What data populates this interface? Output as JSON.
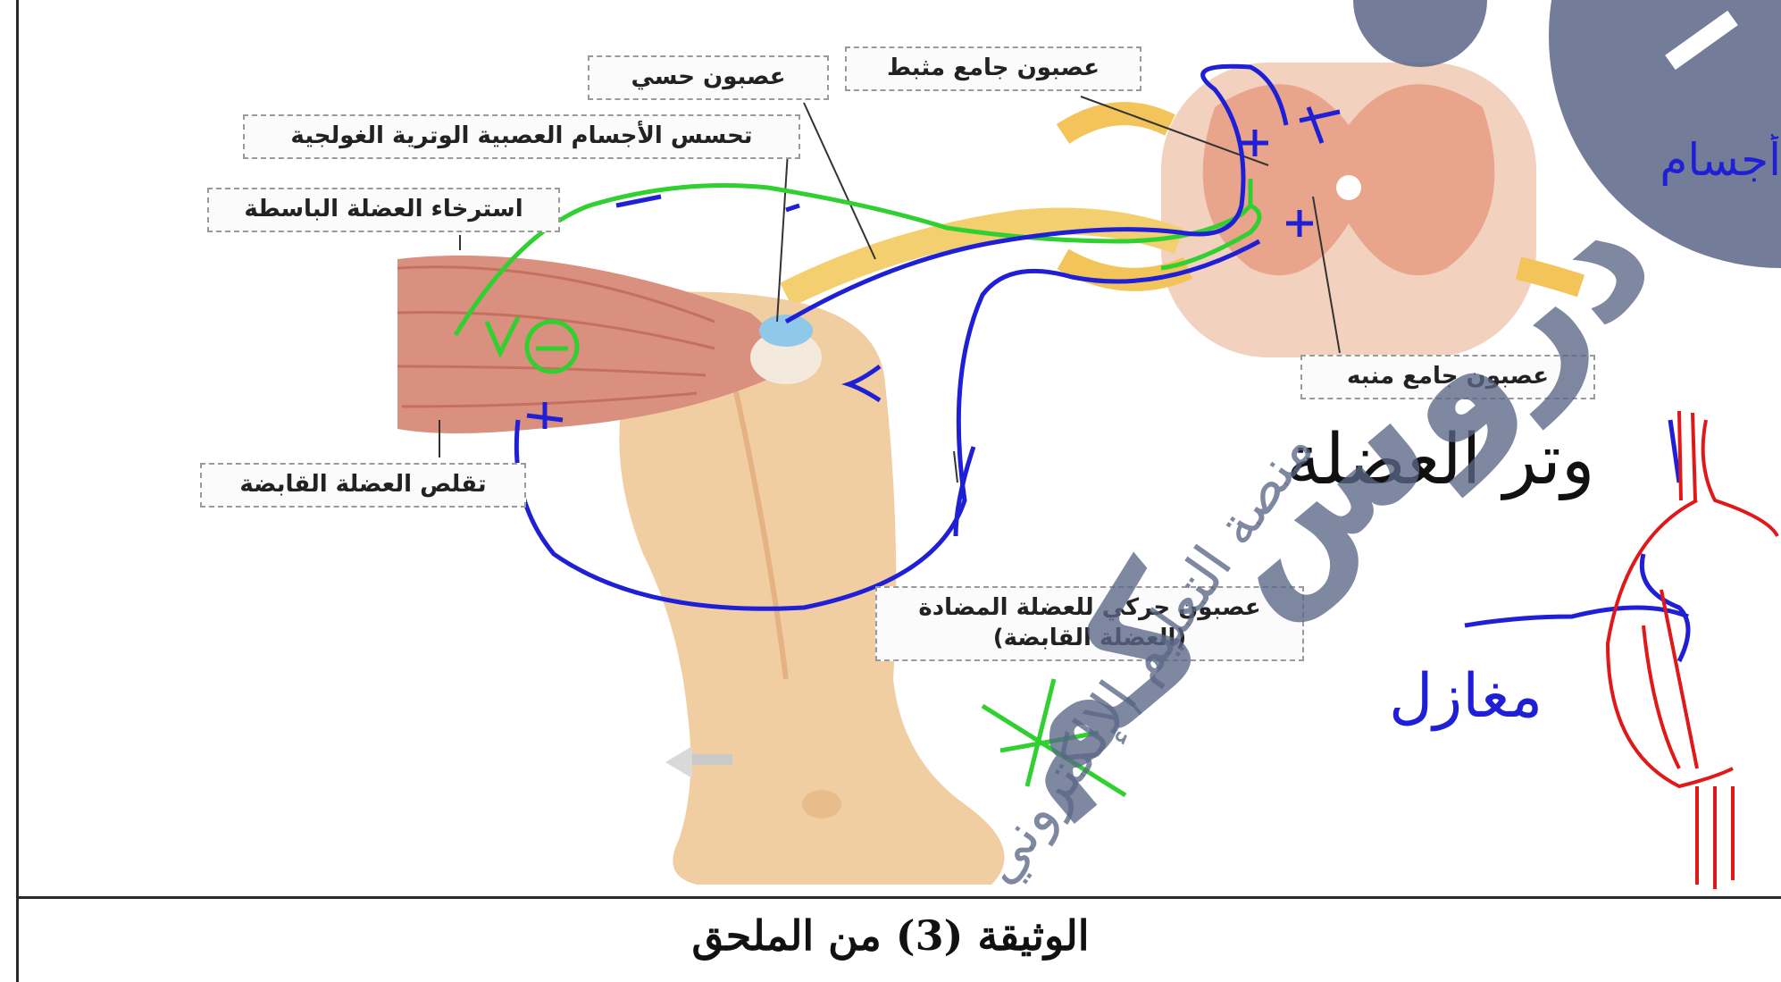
{
  "labels": {
    "sensory_neuron": "عصبون حسي",
    "excitatory_interneuron": "عصبون جامع منبه",
    "inhibitory_interneuron": "عصبون جامع مثبط",
    "golgi_detection": "تحسس الأجسام العصبية الوترية الغولجية",
    "extensor_relaxation": "استرخاء العضلة الباسطة",
    "flexor_contraction": "تقلص العضلة القابضة",
    "motor_neuron_antagonist_line1": "عصبون حركي للعضلة المضادة",
    "motor_neuron_antagonist_line2": "(العضلة القابضة)"
  },
  "caption": "الوثيقة (3) من الملحق",
  "annotations": {
    "muscle_tendon": "وتر العضلة",
    "spindles": "مغازل",
    "golgi_bodies_partial": "أجسام وترية غولجية"
  },
  "watermark": {
    "brand": "دروس كم",
    "tagline": "منصة التعليم الإلكتروني"
  },
  "colors": {
    "ink_blue": "#1f1fd6",
    "ink_green": "#2fd02f",
    "ink_red": "#e01818",
    "ink_black": "#111111",
    "watermark": "#5a6687",
    "muscle": "#d9907f",
    "skin": "#f1cda2"
  }
}
